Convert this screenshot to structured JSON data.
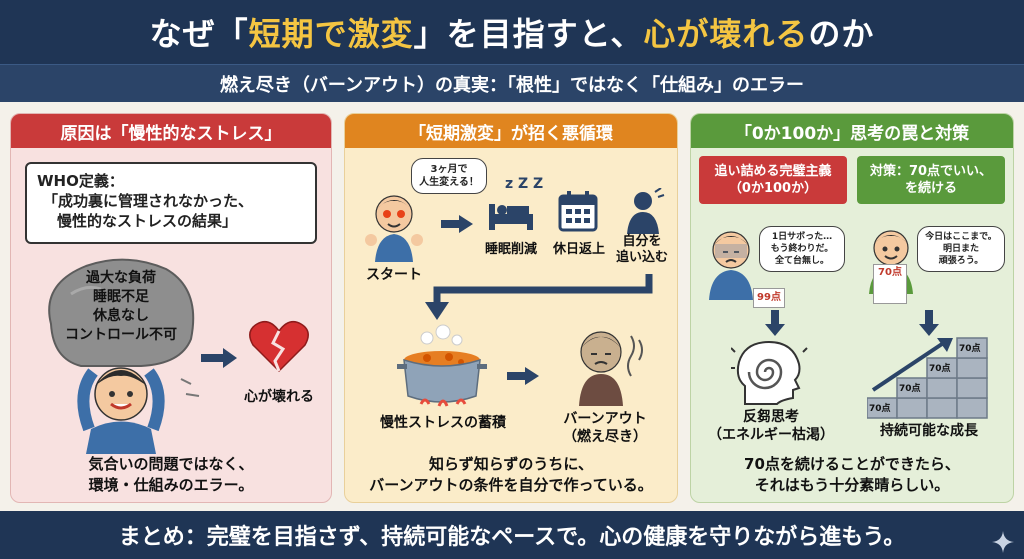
{
  "title": {
    "part1": "なぜ「",
    "highlight1": "短期で激変",
    "part2": "」を目指すと、",
    "highlight2": "心が壊れる",
    "part3": "のか"
  },
  "subtitle": "燃え尽き（バーンアウト）の真実：「根性」ではなく「仕組み」のエラー",
  "panel1": {
    "header": "原因は「慢性的なストレス」",
    "who_line1": "WHO定義：",
    "who_line2": "「成功裏に管理されなかった、",
    "who_line3": "慢性的なストレスの結果」",
    "rock_lines": [
      "過大な負荷",
      "睡眠不足",
      "休息なし",
      "コントロール不可"
    ],
    "heart_label": "心が壊れる",
    "bottom_line1": "気合いの問題ではなく、",
    "bottom_line2": "環境・仕組みのエラー。"
  },
  "panel2": {
    "header": "「短期激変」が招く悪循環",
    "bubble_line1": "3ヶ月で",
    "bubble_line2": "人生変える！",
    "zzz": "z Z Z",
    "start_label": "スタート",
    "sleep_label": "睡眠削減",
    "holiday_label": "休日返上",
    "self_label_1": "自分を",
    "self_label_2": "追い込む",
    "pot_label": "慢性ストレスの蓄積",
    "burnout_label_1": "バーンアウト",
    "burnout_label_2": "（燃え尽き）",
    "bottom_line1": "知らず知らずのうちに、",
    "bottom_line2": "バーンアウトの条件を自分で作っている。"
  },
  "panel3": {
    "header": "「0か100か」思考の罠と対策",
    "left_head_1": "追い詰める完璧主義",
    "left_head_2": "（0か100か）",
    "right_head_1": "対策：70点でいい、",
    "right_head_2": "を続ける",
    "left_bubble": [
      "1日サボった…",
      "もう終わりだ。",
      "全て台無し。"
    ],
    "paper_left": "99点",
    "right_bubble": [
      "今日はここまで。",
      "明日また",
      "頑張ろう。"
    ],
    "paper_right": "70点",
    "rumination_1": "反芻思考",
    "rumination_2": "（エネルギー枯渇）",
    "stairs_label": "70点",
    "growth_label": "持続可能な成長",
    "bottom_line1": "70点を続けることができたら、",
    "bottom_line2": "それはもう十分素晴らしい。"
  },
  "footer": "まとめ：完璧を目指さず、持続可能なペースで。心の健康を守りながら進もう。",
  "colors": {
    "navy": "#1f3555",
    "red": "#c93a3a",
    "orange": "#e0851f",
    "green": "#5a9a3c",
    "gold": "#f4c542"
  }
}
